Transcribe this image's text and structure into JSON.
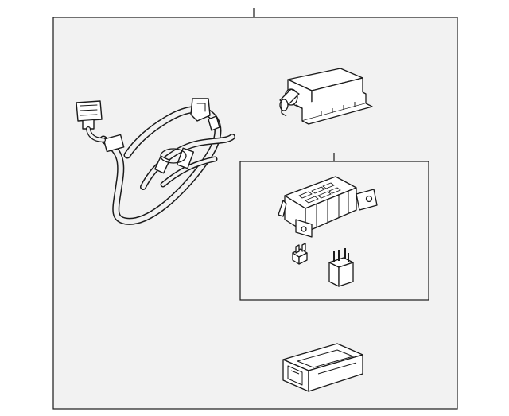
{
  "diagram": {
    "kind": "exploded parts illustration",
    "colors": {
      "panel_fill": "#f2f2f2",
      "line": "#1a1a1a",
      "part_fill": "#ffffff",
      "inset_fill": "#f4f4f4"
    },
    "parts": [
      {
        "name": "wiring-harness",
        "icon": "harness-with-connectors"
      },
      {
        "name": "relay-module",
        "icon": "relay-module-top-right"
      },
      {
        "name": "fuse-relay-block",
        "icon": "fuse-block-in-inset"
      },
      {
        "name": "mini-fuse",
        "icon": "blade-fuse"
      },
      {
        "name": "micro-relay",
        "icon": "relay-cube"
      },
      {
        "name": "fuse-box-cover",
        "icon": "cover-bottom"
      }
    ]
  }
}
